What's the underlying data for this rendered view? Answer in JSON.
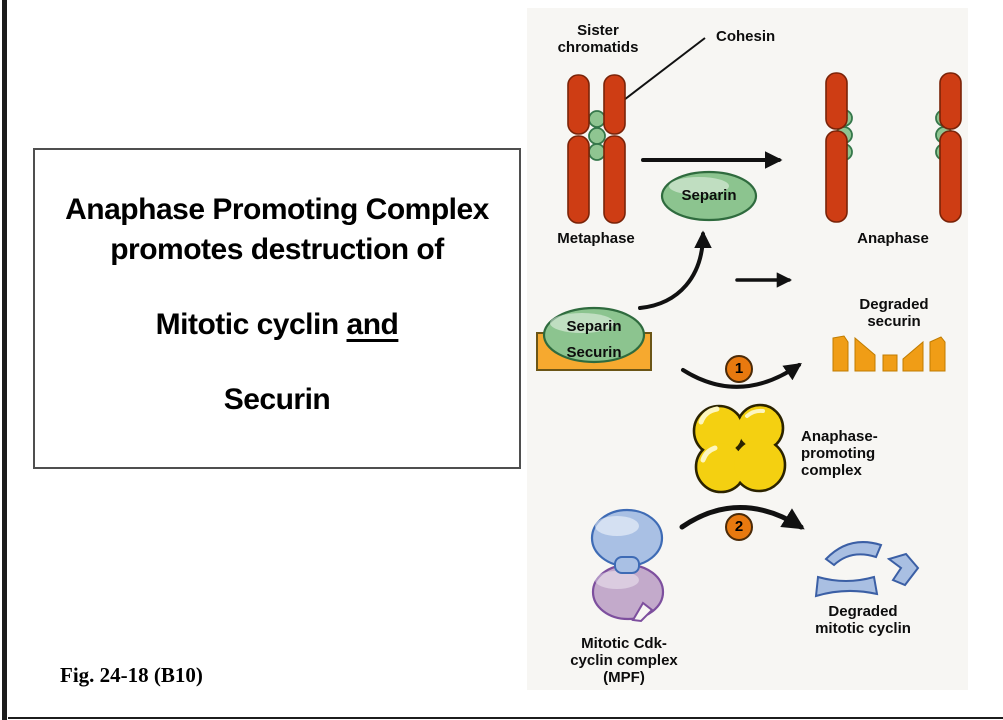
{
  "slide": {
    "title_box": {
      "line1": "Anaphase Promoting Complex",
      "line2": "promotes destruction of",
      "mitotic_pre": "Mitotic cyclin ",
      "mitotic_underlined": "and ",
      "securin_line": "Securin"
    },
    "caption": "Fig. 24-18 (B10)"
  },
  "diagram": {
    "labels": {
      "sister_l1": "Sister",
      "sister_l2": "chromatids",
      "cohesin": "Cohesin",
      "metaphase": "Metaphase",
      "anaphase": "Anaphase",
      "separin_free": "Separin",
      "separin_bound": "Separin",
      "securin": "Securin",
      "degraded_securin_l1": "Degraded",
      "degraded_securin_l2": "securin",
      "step1": "1",
      "step2": "2",
      "apc_l1": "Anaphase-",
      "apc_l2": "promoting",
      "apc_l3": "complex",
      "mpf_l1": "Mitotic Cdk-",
      "mpf_l2": "cyclin complex",
      "mpf_l3": "(MPF)",
      "degraded_cyclin_l1": "Degraded",
      "degraded_cyclin_l2": "mitotic cyclin"
    },
    "colors": {
      "chromatid": "#ce3d14",
      "chromatid_outline": "#7a2308",
      "cohesin_green": "#8fc591",
      "cohesin_outline": "#35774a",
      "separin_green": "#8cc48f",
      "separin_outline": "#2f6b3e",
      "securin_orange": "#f6a92f",
      "securin_outline": "#6b5516",
      "degraded_securin_orange": "#f09d16",
      "degraded_securin_outline": "#c07c00",
      "apc_yellow": "#f4d011",
      "apc_outline": "#2b2300",
      "step_badge_orange": "#e8790f",
      "step_badge_outline": "#4a2a08",
      "cdk_blue": "#a9c0e4",
      "cdk_blue_outline": "#3e6bb5",
      "cyclin_purple": "#c3aacb",
      "cyclin_purple_outline": "#7d4f9e",
      "degraded_cyclin_blue": "#a9bfe2",
      "degraded_cyclin_outline": "#3b5fa5",
      "arrow_black": "#111111",
      "panel_bg": "#f7f6f3"
    }
  }
}
